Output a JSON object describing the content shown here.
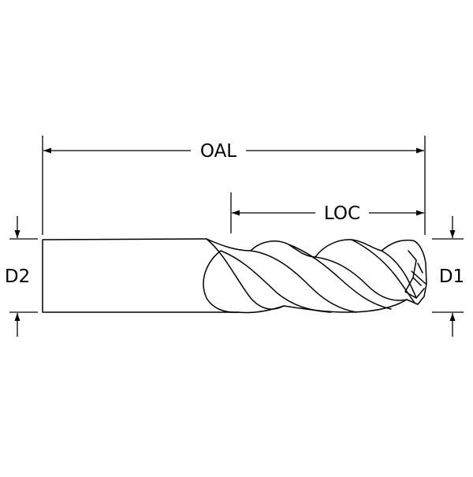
{
  "diagram": {
    "labels": {
      "overall_length": "OAL",
      "length_of_cut": "LOC",
      "shank_diameter": "D2",
      "cutting_diameter": "D1"
    },
    "colors": {
      "stroke": "#000000",
      "background": "#ffffff"
    }
  }
}
